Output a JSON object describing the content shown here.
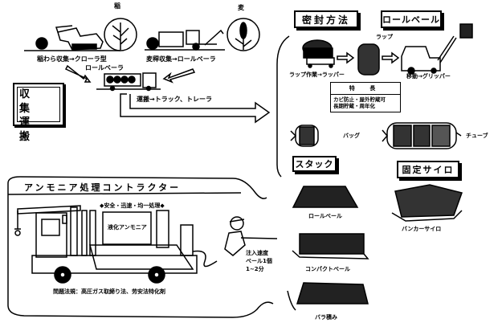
{
  "harvest": {
    "rice_label": "稲",
    "wheat_label": "麦",
    "rice_method_line1": "稲わら収集→クローラ型",
    "rice_method_line2": "ロールベーラ",
    "wheat_method": "麦稈収集→ロールベーラ"
  },
  "collection": {
    "title_line1": "収 集",
    "title_line2": "運 搬",
    "transport_label": "運搬→トラック、トレーラ"
  },
  "sealing": {
    "title": "密封方法",
    "roll_bale_title": "ロールベール",
    "wrap_label": "ラップ",
    "wrapping_label": "ラップ作業→ラッパー",
    "moving_label": "移動→グリッパー",
    "features": {
      "header": "特 長",
      "line1": "カビ防止・屋外貯蔵可",
      "line2": "長期貯蔵・周年化"
    },
    "bag_label": "バッグ",
    "tube_label": "チューブ"
  },
  "stack": {
    "title": "スタック",
    "items": [
      {
        "label": "ロールベール"
      },
      {
        "label": "コンパクトベール"
      },
      {
        "label": "バラ積み"
      }
    ]
  },
  "fixed_silo": {
    "title": "固定サイロ",
    "bunker_label": "バンカーサイロ"
  },
  "ammonia": {
    "title": "アンモニア処理コントラクター",
    "slogan": "◆安全・迅速・均一処理◆",
    "tank_label": "液化アンモニア",
    "injection_line1": "注入速度",
    "injection_line2": "ベール1個",
    "injection_line3": "1~2分",
    "issues": "問題法規：高圧ガス取締り法、劳安法特化剤"
  }
}
